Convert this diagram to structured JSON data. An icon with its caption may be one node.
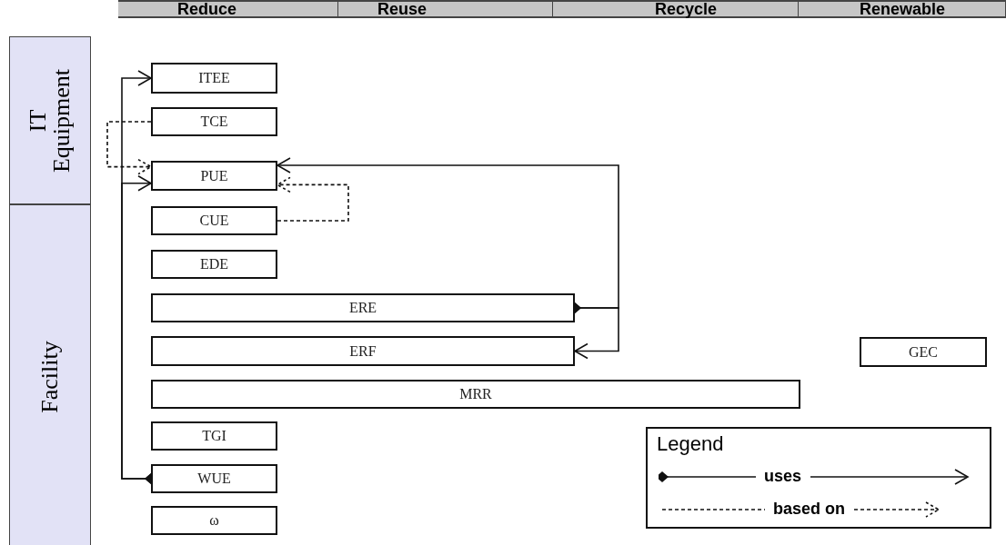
{
  "diagram": {
    "nodes": [
      {
        "text": [
          "Reduce"
        ]
      },
      {
        "text": [
          "Reuse"
        ]
      },
      {
        "text": [
          "Recycle"
        ]
      },
      {
        "text": [
          "Renewable"
        ]
      },
      {
        "text": [
          "IT Equipment"
        ]
      },
      {
        "text": [
          "Facility"
        ]
      },
      {
        "text": [
          "ITEE"
        ]
      },
      {
        "text": [
          "TCE"
        ]
      },
      {
        "text": [
          "PUE"
        ]
      },
      {
        "text": [
          "CUE"
        ]
      },
      {
        "text": [
          "EDE"
        ]
      },
      {
        "text": [
          "ERE"
        ]
      },
      {
        "text": [
          "ERF"
        ]
      },
      {
        "text": [
          "GEC"
        ]
      },
      {
        "text": [
          "MRR"
        ]
      },
      {
        "text": [
          "TGI"
        ]
      },
      {
        "text": [
          "WUE"
        ]
      },
      {
        "text": [
          "ω"
        ]
      }
    ],
    "edges": [
      {
        "from": 16,
        "to": 6,
        "arrow": "to"
      },
      {
        "from": 16,
        "to": 8,
        "arrow": "to"
      },
      {
        "from": 11,
        "to": 8,
        "arrow": "to"
      },
      {
        "from": 11,
        "to": 12,
        "arrow": "to"
      },
      {
        "from": 7,
        "to": 8,
        "arrow": "to",
        "style": "dashed"
      },
      {
        "from": 9,
        "to": 8,
        "arrow": "to",
        "style": "dashed"
      }
    ],
    "labels": [
      "Legend"
    ],
    "legend": [
      {
        "text": "uses"
      },
      {
        "text": "based on"
      }
    ]
  }
}
